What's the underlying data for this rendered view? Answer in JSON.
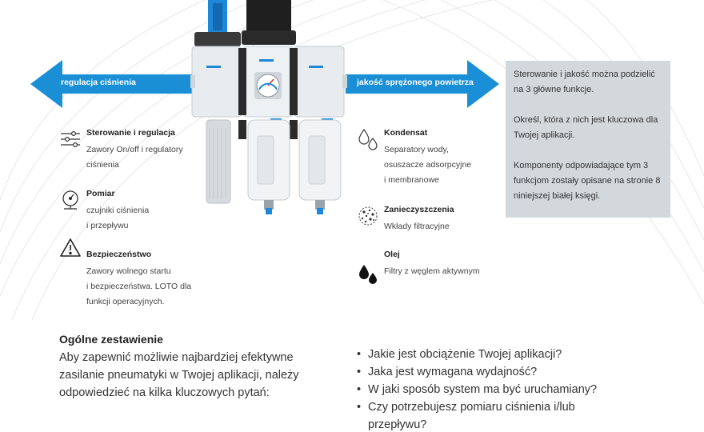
{
  "arrows": {
    "left_label": "regulacja ciśnienia",
    "right_label": "jakość sprężonego powietrza"
  },
  "colors": {
    "arrow_blue": "#1a8fd6",
    "accent_blue": "#1e88d8",
    "info_box_bg": "#d3d8dc"
  },
  "features_left": [
    {
      "icon": "sliders-icon",
      "title": "Sterowanie i regulacja",
      "desc": "Zawory On/off i regulatory\nciśnienia"
    },
    {
      "icon": "gauge-icon",
      "title": "Pomiar",
      "desc": "czujniki ciśnienia\ni przepływu"
    },
    {
      "icon": "warning-icon",
      "title": "Bezpieczeństwo",
      "desc": "Zawory wolnego startu\ni bezpieczeństwa.  LOTO dla\nfunkcji operacyjnych."
    }
  ],
  "features_right": [
    {
      "icon": "water-drops-icon",
      "title": "Kondensat",
      "desc": "Separatory wody,\nosuszacze adsorpcyjne\ni membranowe"
    },
    {
      "icon": "particles-icon",
      "title": "Zanieczyszczenia",
      "desc": "Wkłady filtracyjne"
    },
    {
      "icon": "oil-drops-icon",
      "title": "Olej",
      "desc": "Filtry z węglem aktywnym"
    }
  ],
  "info_box": {
    "p1": "Sterowanie i jakość można podzielić na 3 główne funkcje.",
    "p2": "Określ, która z nich jest kluczowa dla Twojej aplikacji.",
    "p3": "Komponenty odpowiadające tym 3 funkcjom zostały opisane na stronie 8 niniejszej białej księgi."
  },
  "summary": {
    "title": "Ogólne zestawienie",
    "text": "Aby zapewnić możliwie najbardziej efektywne zasilanie pneumatyki w Twojej aplikacji, należy odpowiedzieć na kilka kluczowych pytań:"
  },
  "questions": [
    "Jakie jest obciążenie Twojej aplikacji?",
    "Jaka jest wymagana wydajność?",
    "W jaki sposób system ma być uruchamiany?",
    "Czy potrzebujesz pomiaru ciśnienia i/lub przepływu?"
  ]
}
